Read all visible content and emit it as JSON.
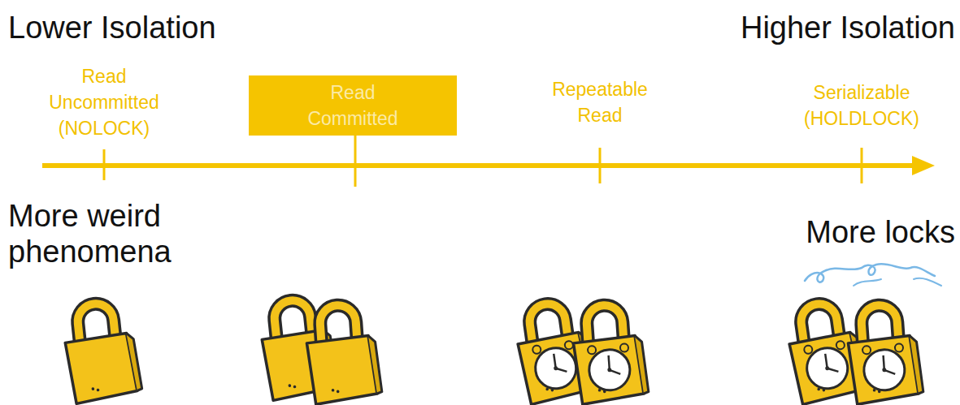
{
  "diagram": {
    "nodes": [
      {
        "text": [
          "Read Committed"
        ]
      }
    ],
    "labels": [
      "Lower Isolation",
      "Higher Isolation",
      "Read Uncommitted (NOLOCK)",
      "Repeatable Read",
      "Serializable (HOLDLOCK)",
      "More weird phenomena",
      "More locks"
    ]
  }
}
